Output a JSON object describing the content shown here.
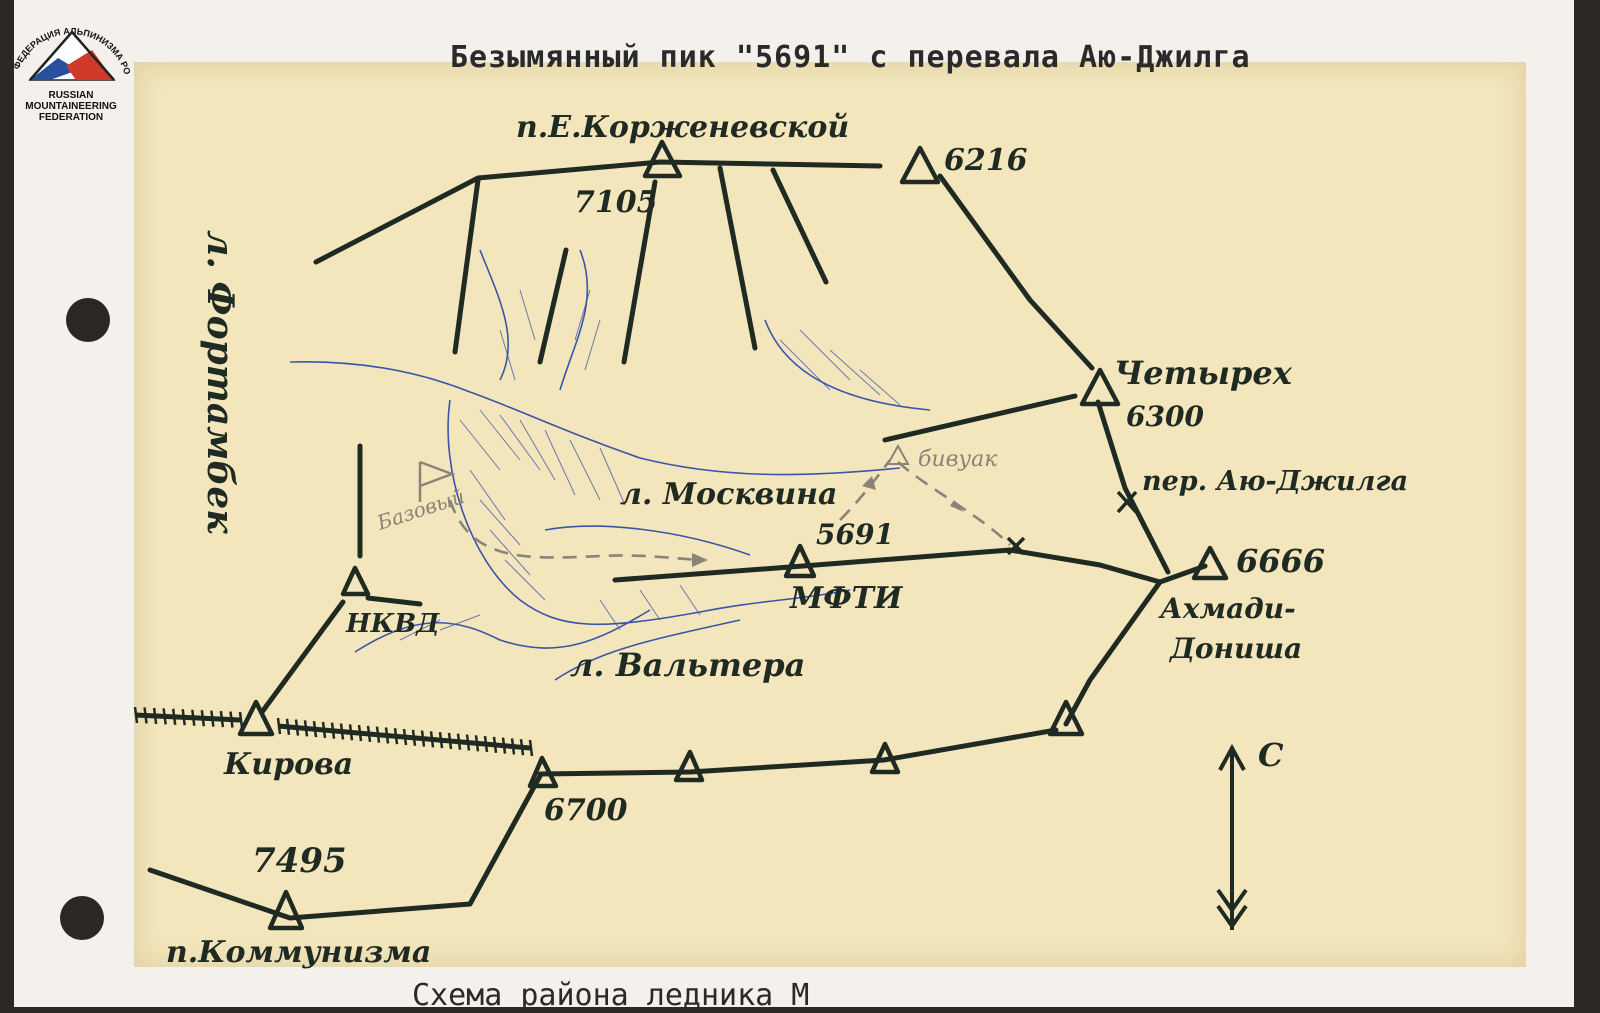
{
  "document": {
    "title": "Безымянный пик \"5691\" с перевала Аю-Джилга",
    "caption": "Схема района ледника М"
  },
  "logo": {
    "ru_text": "ФЕДЕРАЦИЯ АЛЬПИНИЗМА РОССИИ",
    "en_line1": "RUSSIAN",
    "en_line2": "MOUNTAINEERING",
    "en_line3": "FEDERATION",
    "colors": {
      "blue": "#2a4f9c",
      "red": "#d03a2a",
      "white": "#ffffff"
    }
  },
  "map": {
    "peaks": {
      "korzhenevskaya_name": "п.Е.Корженевской",
      "korzhenevskaya_height": "7105",
      "p6216_height": "6216",
      "chetyrekh_name": "Четырех",
      "chetyrekh_height": "6300",
      "mfti_height": "5691",
      "mfti_name": "МФТИ",
      "akhmadi_height": "6666",
      "akhmadi_name_1": "Ахмади-",
      "akhmadi_name_2": "Дониша",
      "nkvd_name": "НКВД",
      "kirova_name": "Кирова",
      "p6700_height": "6700",
      "kommunizma_height": "7495",
      "kommunizma_name": "п.Коммунизма"
    },
    "glaciers": {
      "fortambek": "л. Фортамбек",
      "moskvina": "л. Москвина",
      "valtera": "л. Вальтера"
    },
    "pass_name": "пер. Аю-Джилга",
    "camps": {
      "base": "Базовый",
      "bivouac": "бивуак"
    },
    "north_label": "С",
    "colors": {
      "ink": "#1f2a22",
      "glacier_blue": "#3a55a8",
      "pencil": "#8a8378",
      "tracing_paper": "#f3e6bd"
    }
  }
}
